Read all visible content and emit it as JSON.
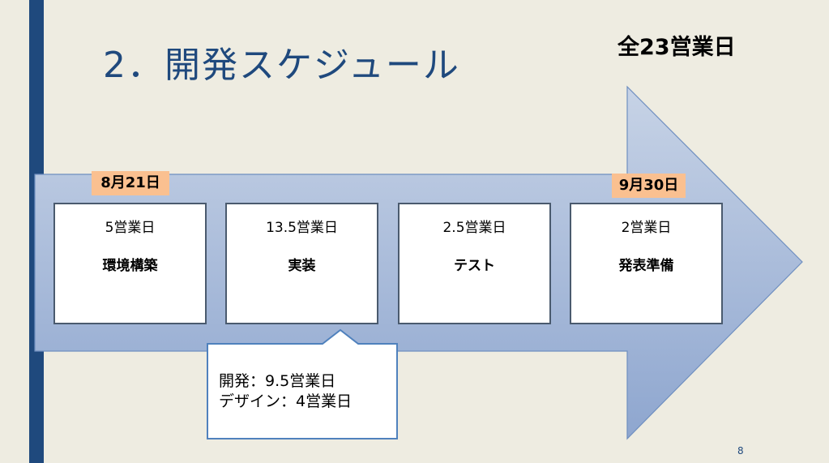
{
  "slide": {
    "title": "2．開発スケジュール",
    "total": "全23営業日",
    "page_number": "8"
  },
  "dates": {
    "start": "8月21日",
    "end": "9月30日"
  },
  "phases": [
    {
      "days": "5営業日",
      "name": "環境構築"
    },
    {
      "days": "13.5営業日",
      "name": "実装"
    },
    {
      "days": "2.5営業日",
      "name": "テスト"
    },
    {
      "days": "2営業日",
      "name": "発表準備"
    }
  ],
  "callout": {
    "line1": "開発：9.5営業日",
    "line2": "デザイン：4営業日"
  },
  "colors": {
    "background": "#eeece1",
    "accent_bar": "#1f497d",
    "title": "#1f497d",
    "arrow_fill_top": "#c7d3e6",
    "arrow_fill_bottom": "#8ea6cf",
    "date_tag": "#fac090"
  }
}
